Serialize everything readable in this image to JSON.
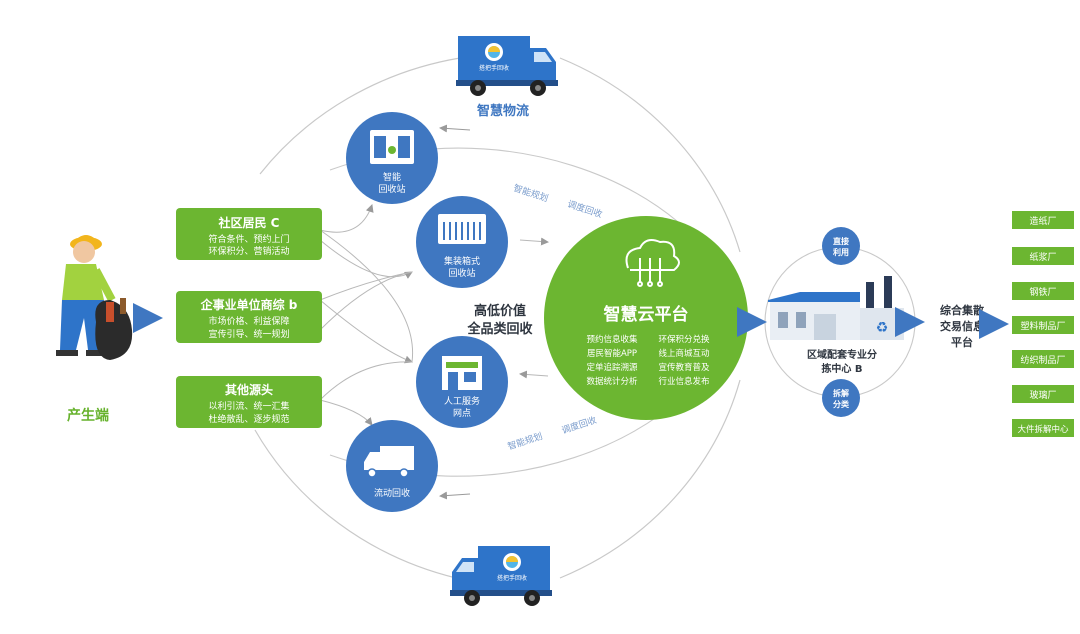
{
  "producer": {
    "label": "产生端"
  },
  "sources": [
    {
      "title": "社区居民 C",
      "lines": [
        "符合条件、预约上门",
        "环保积分、营销活动"
      ]
    },
    {
      "title": "企事业单位商综 b",
      "lines": [
        "市场价格、利益保障",
        "宣传引导、统一规划"
      ]
    },
    {
      "title": "其他源头",
      "lines": [
        "以利引流、统一汇集",
        "杜绝散乱、逐步规范"
      ]
    }
  ],
  "channels": [
    {
      "lines": [
        "智能",
        "回收站"
      ]
    },
    {
      "lines": [
        "集装箱式",
        "回收站"
      ]
    },
    {
      "lines": [
        "人工服务",
        "网点"
      ]
    },
    {
      "lines": [
        "流动回收"
      ]
    }
  ],
  "center": {
    "title": "智慧云平台",
    "features_left": [
      "预约信息收集",
      "居民智能APP",
      "定单追踪溯源",
      "数据统计分析"
    ],
    "features_right": [
      "环保积分兑换",
      "线上商城互动",
      "宣传教育普及",
      "行业信息发布"
    ]
  },
  "middle_label": [
    "高低价值",
    "全品类回收"
  ],
  "arc_labels": {
    "upper": [
      "智能规划",
      "调度回收"
    ],
    "lower": [
      "智能规划",
      "调度回收"
    ]
  },
  "logistics": {
    "label": "智慧物流",
    "truck_brand": "搭把手回收"
  },
  "sorting_center": {
    "label_lines": [
      "区域配套专业分",
      "拣中心 B"
    ],
    "badge_top": [
      "直接",
      "利用"
    ],
    "badge_bottom": [
      "拆解",
      "分类"
    ]
  },
  "trading": {
    "lines": [
      "综合集散",
      "交易信息",
      "平台"
    ]
  },
  "factories": [
    "造纸厂",
    "纸浆厂",
    "钢铁厂",
    "塑料制品厂",
    "纺织制品厂",
    "玻璃厂",
    "大件拆解中心"
  ],
  "colors": {
    "green": "#6cb631",
    "blue": "#3f77c1",
    "truck_blue": "#2e74c9",
    "dark_text": "#2f3640",
    "light_blue_text": "#7a9ccc",
    "producer_text": "#66b22c"
  }
}
